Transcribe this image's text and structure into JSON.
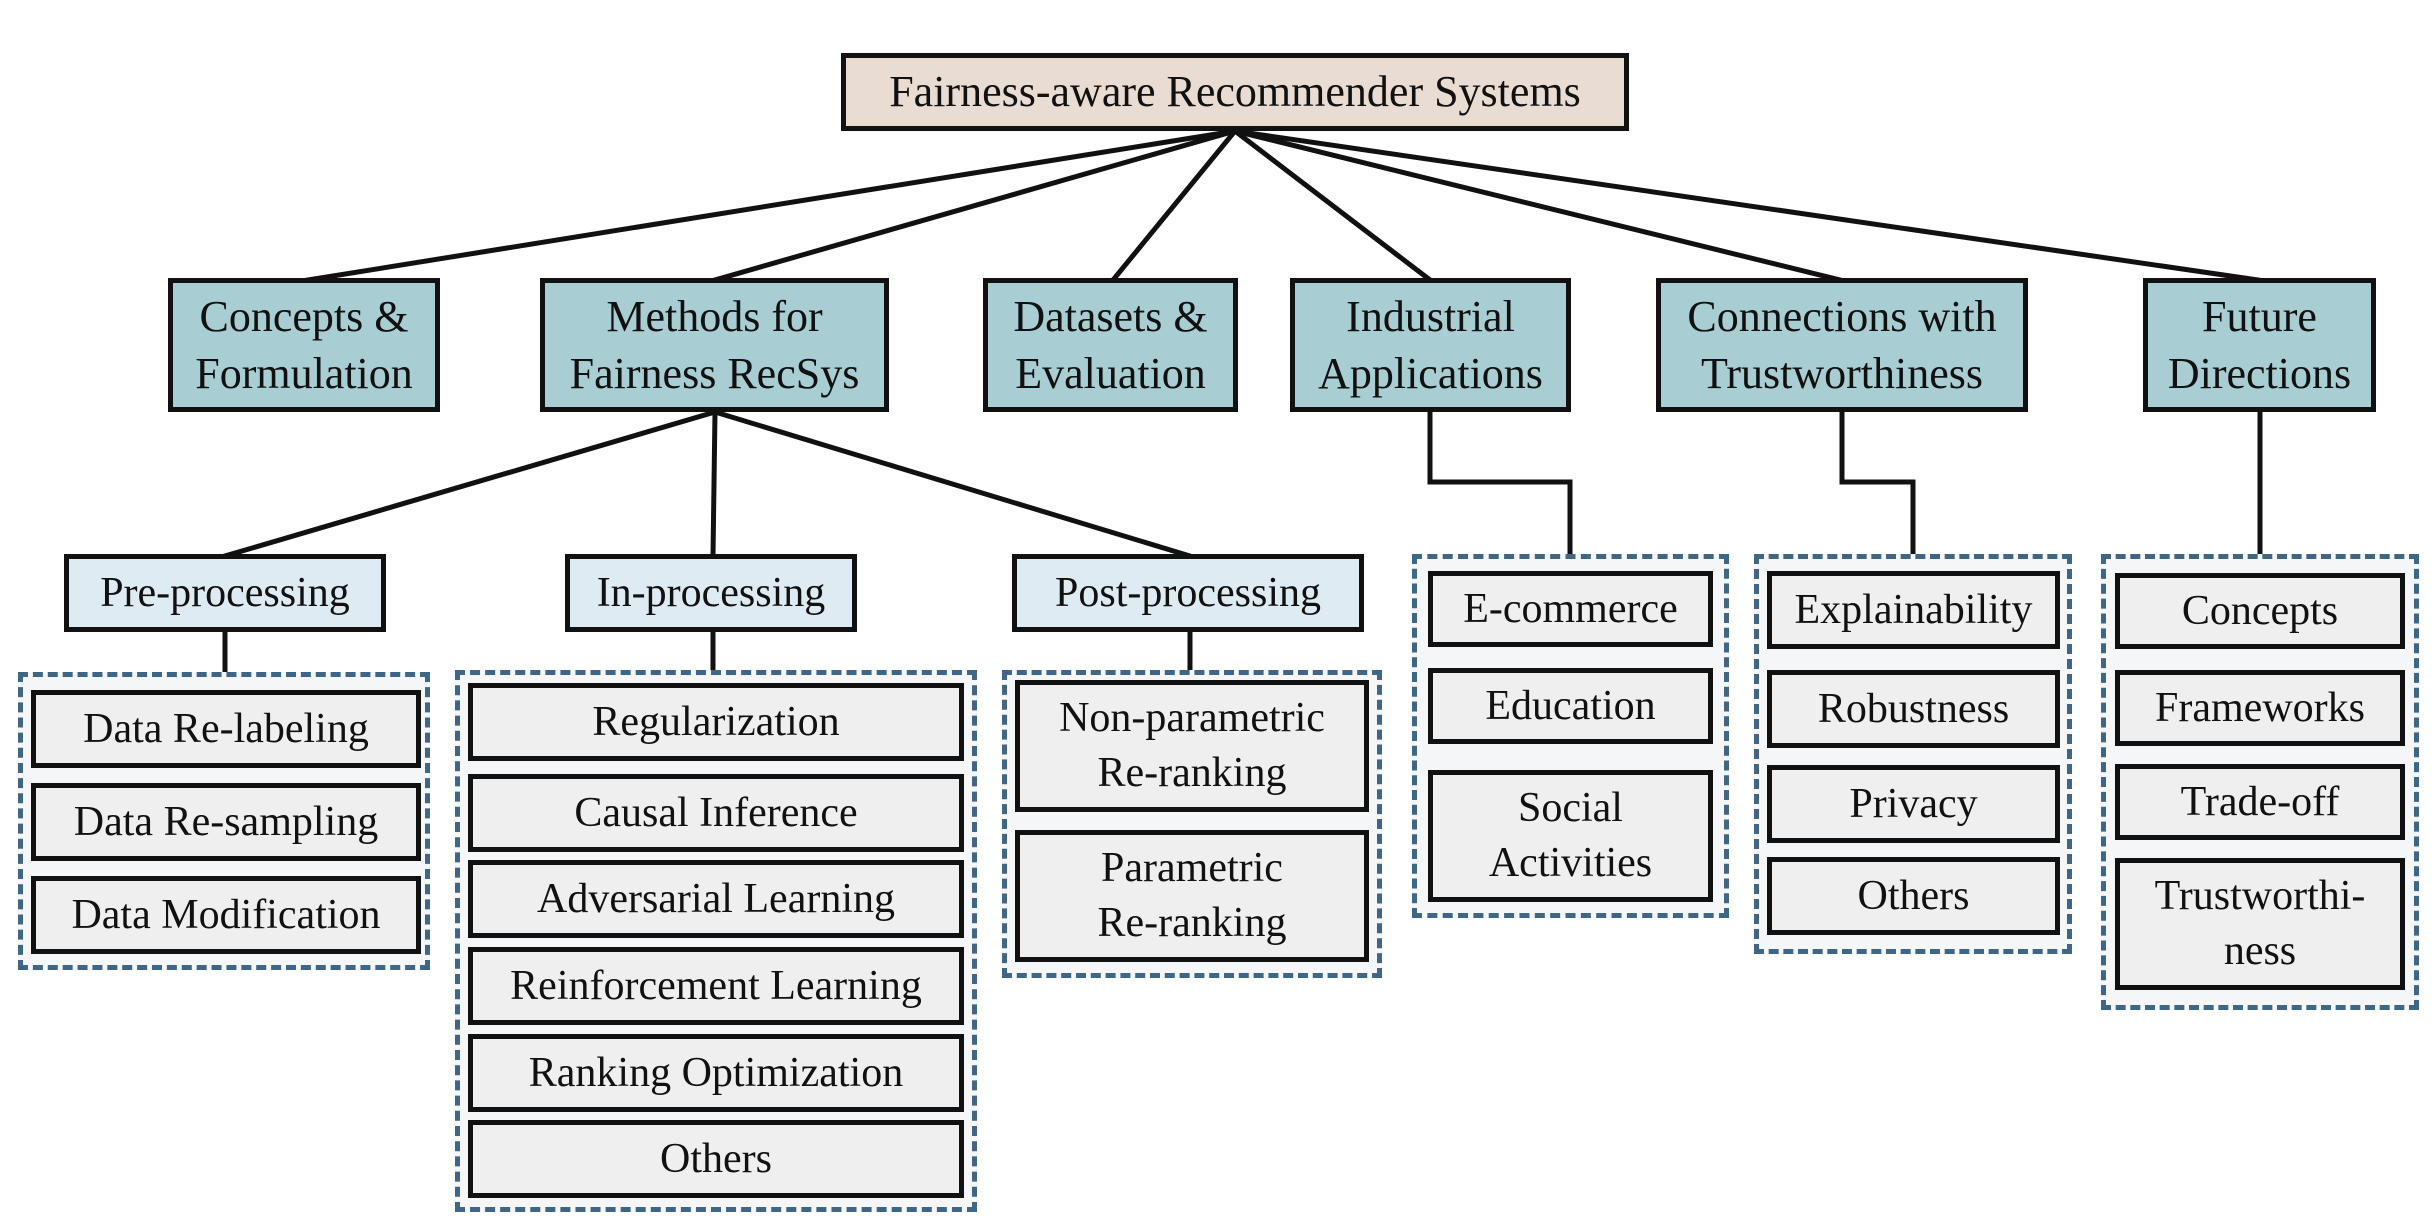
{
  "root": "Fairness-aware Recommender Systems",
  "categories": {
    "concepts": "Concepts &\nFormulation",
    "methods": "Methods for\nFairness RecSys",
    "datasets": "Datasets &\nEvaluation",
    "industrial": "Industrial\nApplications",
    "connections": "Connections with\nTrustworthiness",
    "future": "Future\nDirections"
  },
  "methods": {
    "pre": {
      "label": "Pre-processing",
      "items": [
        "Data Re-labeling",
        "Data Re-sampling",
        "Data Modification"
      ]
    },
    "in": {
      "label": "In-processing",
      "items": [
        "Regularization",
        "Causal Inference",
        "Adversarial Learning",
        "Reinforcement Learning",
        "Ranking Optimization",
        "Others"
      ]
    },
    "post": {
      "label": "Post-processing",
      "items": [
        "Non-parametric\nRe-ranking",
        "Parametric\nRe-ranking"
      ]
    }
  },
  "industrial_items": [
    "E-commerce",
    "Education",
    "Social\nActivities"
  ],
  "connections_items": [
    "Explainability",
    "Robustness",
    "Privacy",
    "Others"
  ],
  "future_items": [
    "Concepts",
    "Frameworks",
    "Trade-off",
    "Trustworthi-\nness"
  ],
  "colors": {
    "root_fill": "#e9dcd3",
    "category_fill": "#a8cdd2",
    "subcategory_fill": "#deebf3",
    "leaf_fill": "#efefef",
    "group_border": "#3f6687"
  }
}
